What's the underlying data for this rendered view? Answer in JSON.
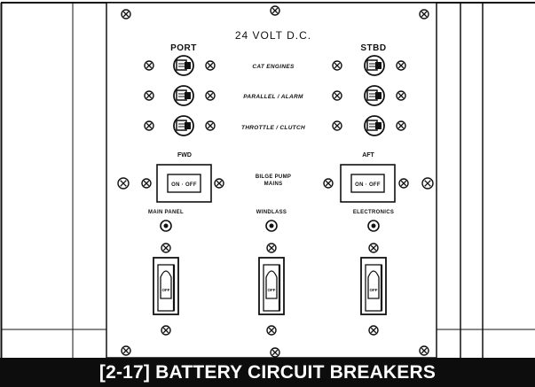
{
  "panel": {
    "title": "24 VOLT D.C.",
    "port_label": "PORT",
    "stbd_label": "STBD",
    "rows": [
      {
        "label": "CAT ENGINES"
      },
      {
        "label": "PARALLEL / ALARM"
      },
      {
        "label": "THROTTLE / CLUTCH"
      }
    ],
    "bilge": {
      "label_line1": "BILGE PUMP",
      "label_line2": "MAINS",
      "fwd_label": "FWD",
      "aft_label": "AFT",
      "switch_text": "ON · OFF"
    },
    "breakers": [
      {
        "label": "MAIN PANEL",
        "rocker_text": "OFF"
      },
      {
        "label": "WINDLASS",
        "rocker_text": "OFF"
      },
      {
        "label": "ELECTRONICS",
        "rocker_text": "OFF"
      }
    ]
  },
  "caption": "[2-17] BATTERY CIRCUIT BREAKERS"
}
